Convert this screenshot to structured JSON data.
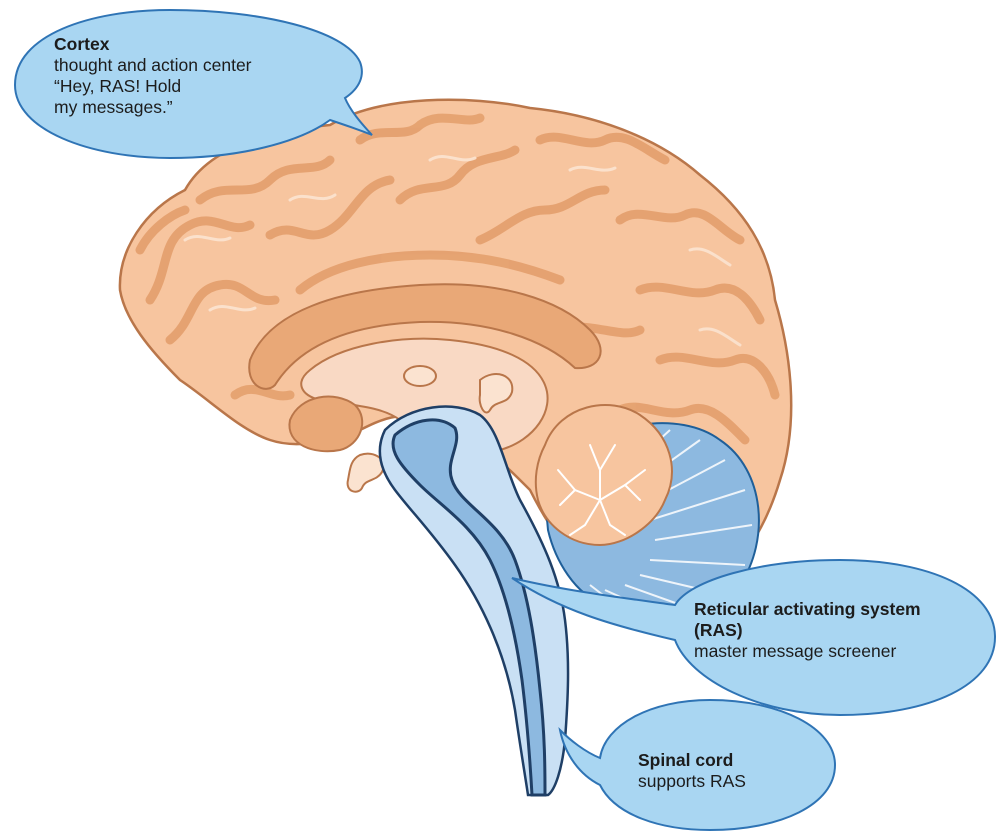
{
  "callouts": {
    "cortex": {
      "title": "Cortex",
      "lines": [
        "thought and action center",
        "“Hey, RAS! Hold",
        "my messages.”"
      ]
    },
    "ras": {
      "title_lines": [
        "Reticular activating system",
        "(RAS)"
      ],
      "lines": [
        "master message screener"
      ]
    },
    "spinal": {
      "title": "Spinal cord",
      "lines": [
        "supports RAS"
      ]
    }
  },
  "colors": {
    "cortex_fill": "#f7c59f",
    "cortex_dark": "#e9a877",
    "cortex_light": "#fbe3d0",
    "interior": "#f9d9c4",
    "stem_light": "#c9e0f4",
    "stem_dark": "#8db9e0",
    "outline": "#1f3f66",
    "callout_fill": "#a9d6f2",
    "callout_stroke": "#2f74b5"
  }
}
